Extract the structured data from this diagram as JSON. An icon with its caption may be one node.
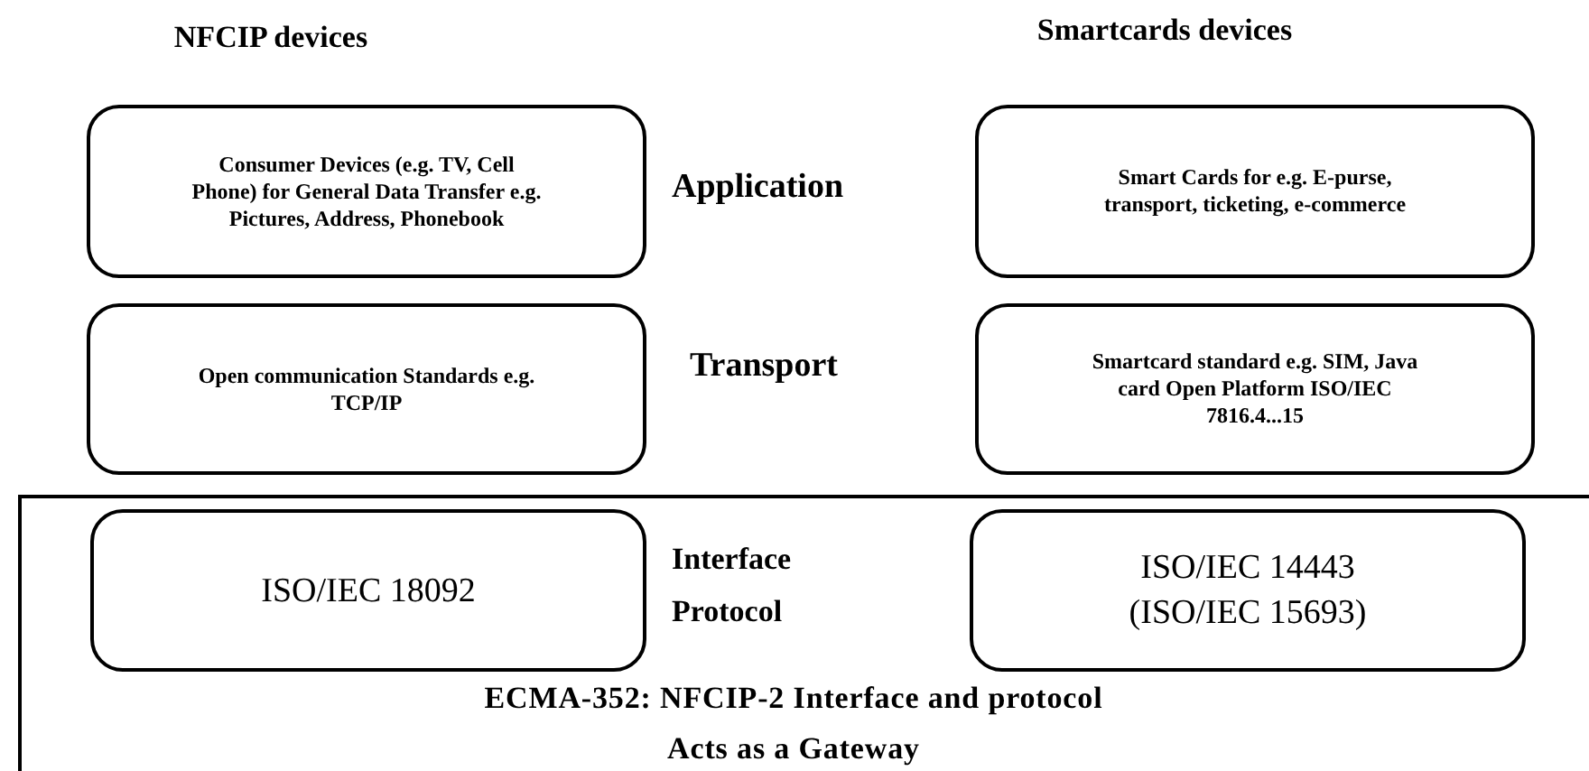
{
  "diagram": {
    "nodes": [
      {
        "text": [
          "Consumer Devices (e.g. TV, Cell Phone) for General Data Transfer e.g. Pictures, Address, Phonebook"
        ]
      },
      {
        "text": [
          "Smart Cards for e.g. E-purse, transport, ticketing, e-commerce"
        ]
      },
      {
        "text": [
          "Open communication Standards e.g. TCP/IP"
        ]
      },
      {
        "text": [
          "Smartcard standard e.g. SIM, Java card Open Platform ISO/IEC 7816.4...15"
        ]
      },
      {
        "text": [
          "ECMA-352: NFCIP-2 Interface and protocol",
          "Acts as a Gateway"
        ]
      },
      {
        "text": [
          "ISO/IEC 18092"
        ],
        "in": 4
      },
      {
        "text": [
          "ISO/IEC 14443 (ISO/IEC 15693)"
        ],
        "in": 4
      }
    ],
    "labels": [
      "NFCIP devices",
      "Smartcards devices",
      "Application",
      "Transport",
      "Interface",
      "Protocol"
    ]
  }
}
